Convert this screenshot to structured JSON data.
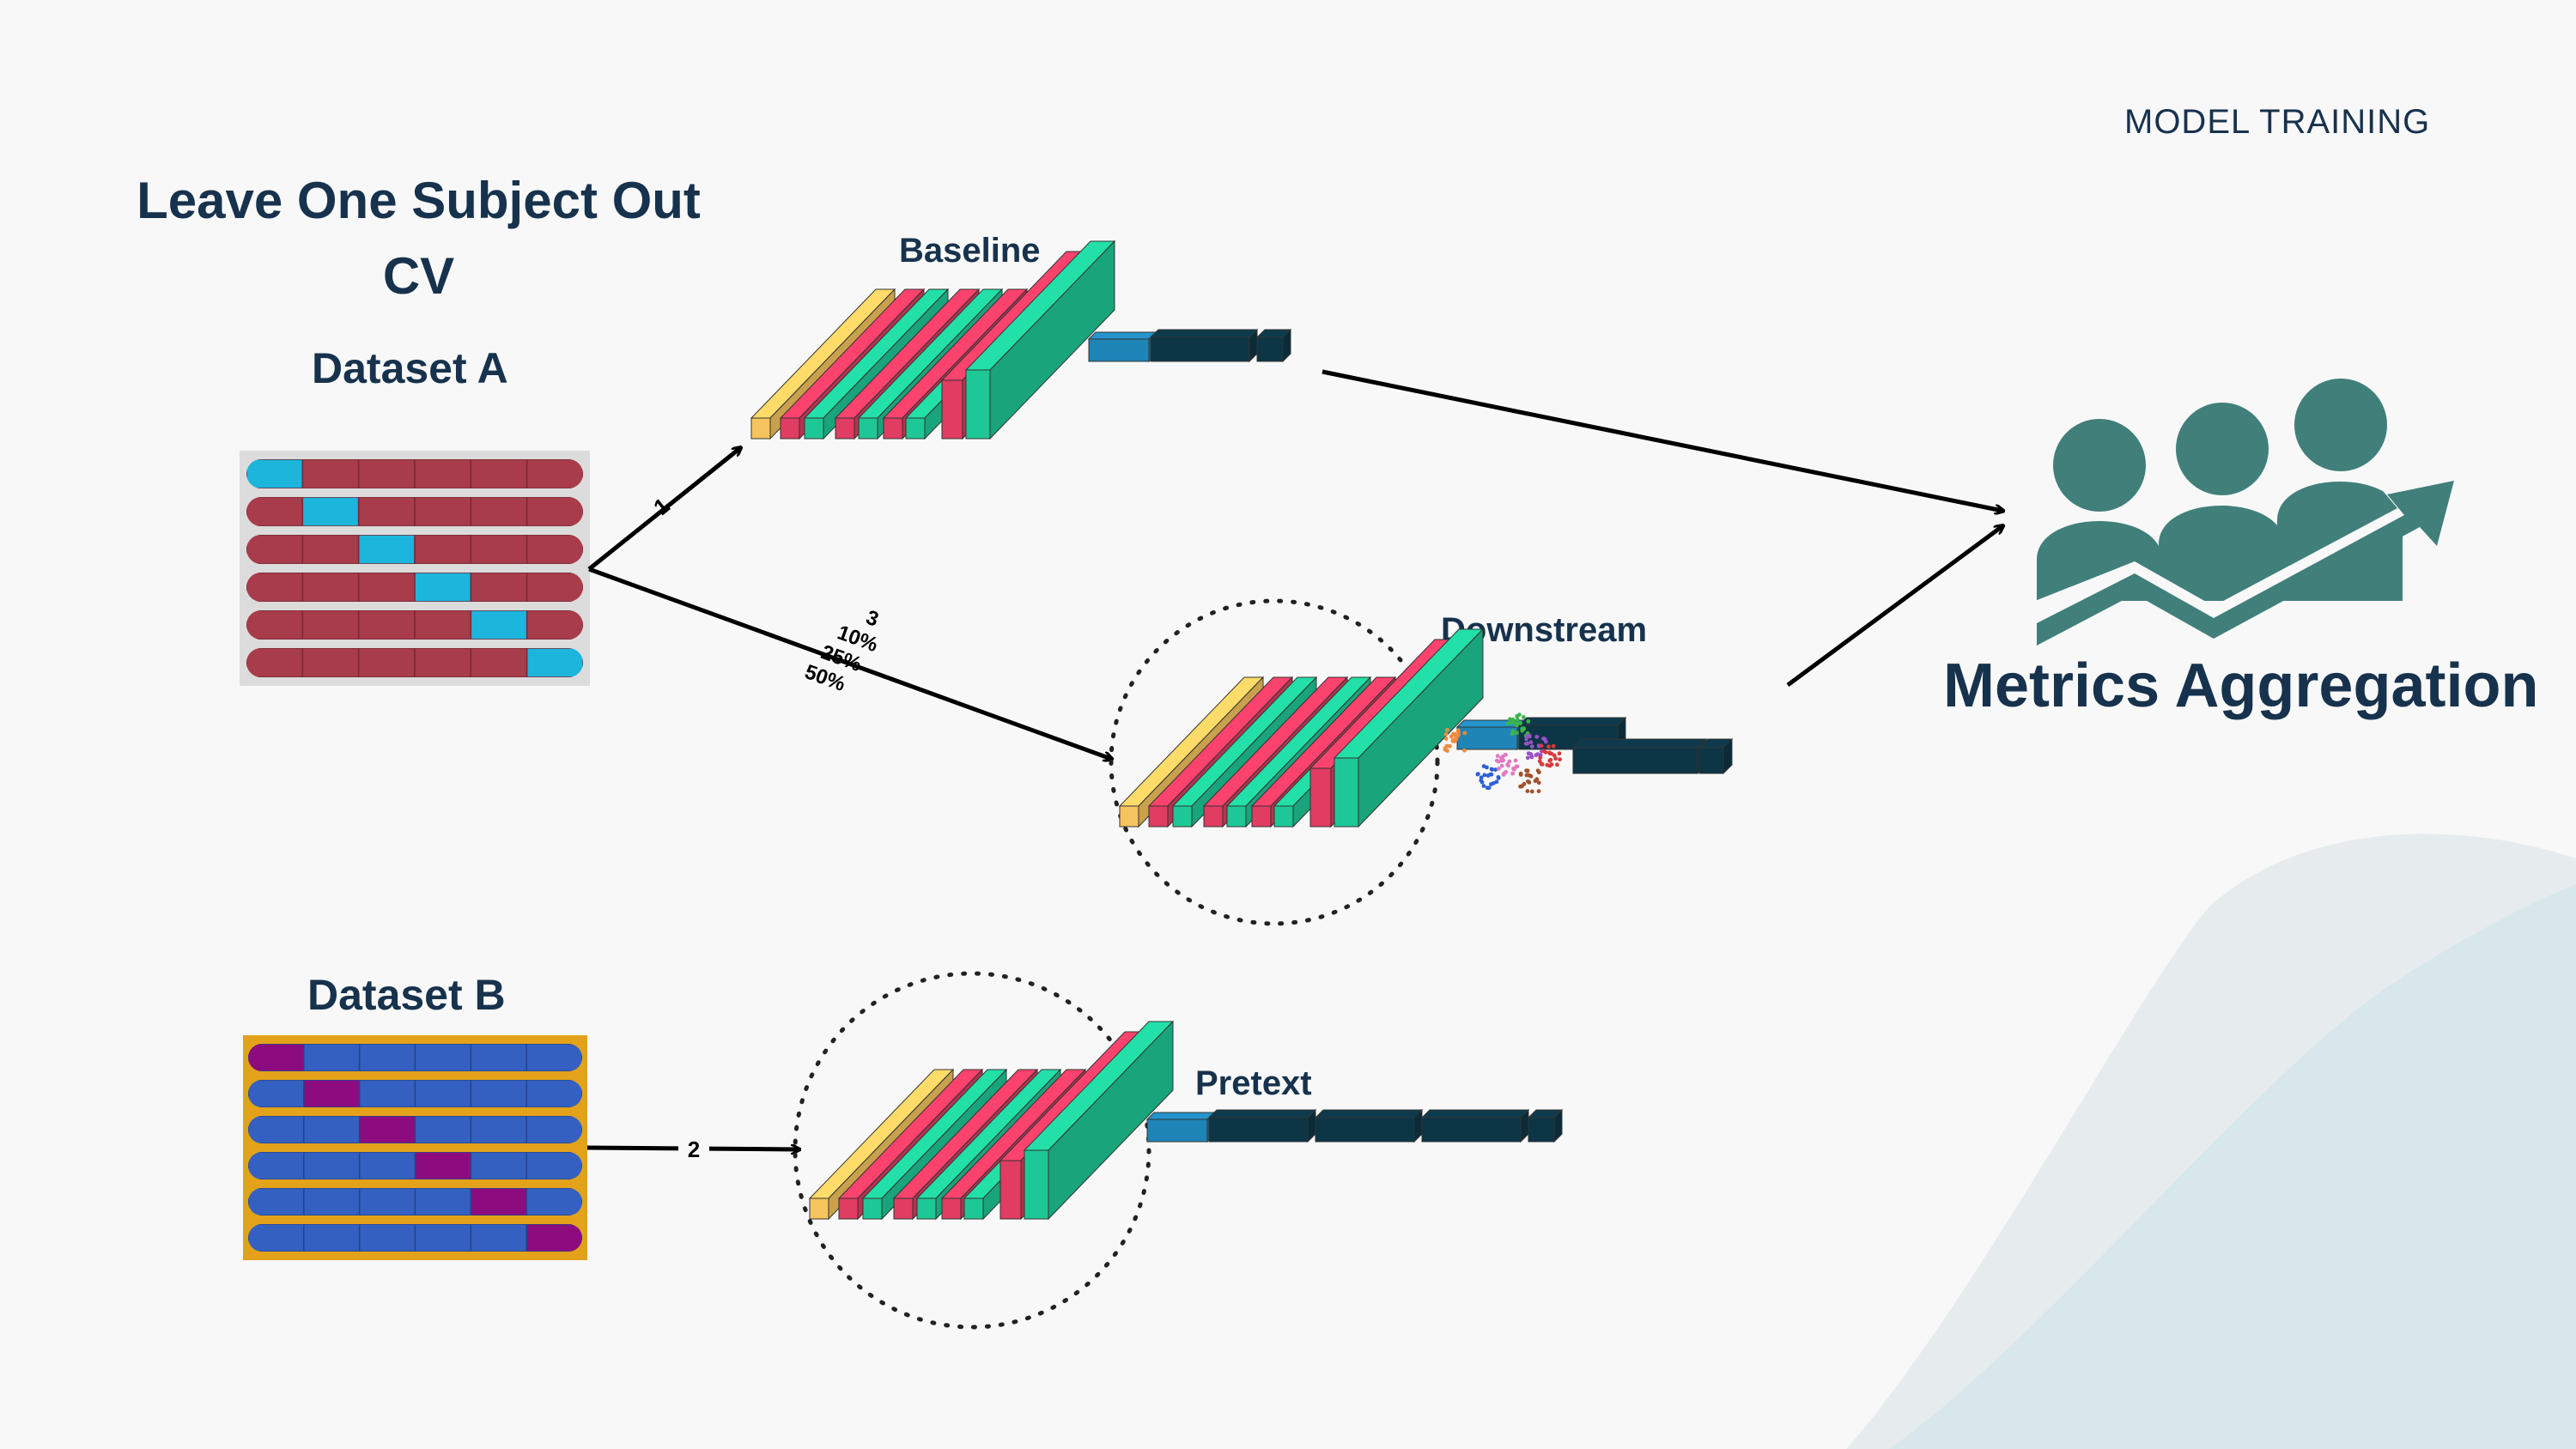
{
  "header": {
    "section_label": "MODEL TRAINING"
  },
  "title": {
    "line1": "Leave One Subject Out",
    "line2": "CV"
  },
  "datasets": {
    "a": {
      "label": "Dataset A",
      "bg_color": "#dcdcdc",
      "row_color": "#a83c4b",
      "highlight_color": "#1cb5dc"
    },
    "b": {
      "label": "Dataset B",
      "bg_color": "#e3a21a",
      "row_color": "#3461c1",
      "highlight_color": "#8c0c80"
    }
  },
  "models": {
    "baseline": {
      "label": "Baseline"
    },
    "downstream": {
      "label": "Downstream"
    },
    "pretext": {
      "label": "Pretext"
    }
  },
  "arrows": {
    "baseline_step": "1",
    "pretext_step": "2",
    "downstream_step": "3",
    "downstream_fractions": [
      "10%",
      "25%",
      "50%"
    ]
  },
  "metrics": {
    "label": "Metrics Aggregation",
    "icon": "people-growth-icon",
    "icon_color": "#417f7a"
  },
  "colors": {
    "text": "#17324d",
    "layer_yellow": "#f5c45e",
    "layer_red": "#e13c62",
    "layer_green": "#1ec896",
    "dense_blue": "#1f84b6",
    "dense_dark": "#0c3545"
  }
}
